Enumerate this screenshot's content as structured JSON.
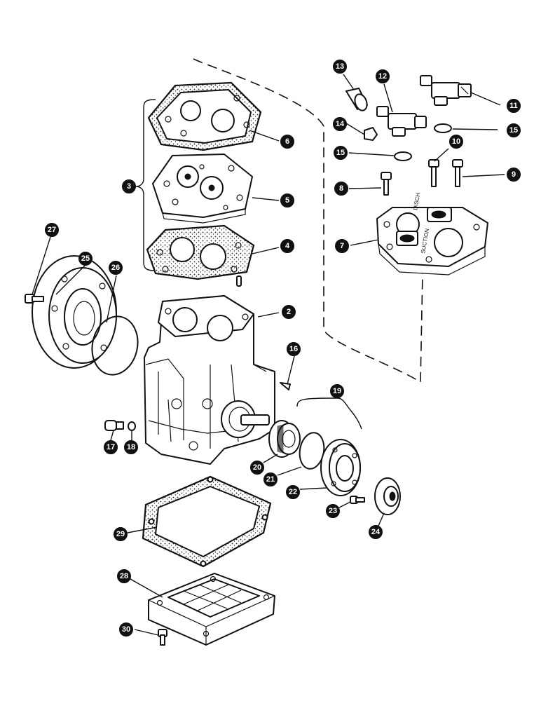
{
  "callouts": [
    {
      "id": "c2",
      "label": "2"
    },
    {
      "id": "c3",
      "label": "3"
    },
    {
      "id": "c4",
      "label": "4"
    },
    {
      "id": "c5",
      "label": "5"
    },
    {
      "id": "c6",
      "label": "6"
    },
    {
      "id": "c7",
      "label": "7"
    },
    {
      "id": "c8",
      "label": "8"
    },
    {
      "id": "c9",
      "label": "9"
    },
    {
      "id": "c10",
      "label": "10"
    },
    {
      "id": "c11",
      "label": "11"
    },
    {
      "id": "c12",
      "label": "12"
    },
    {
      "id": "c13",
      "label": "13"
    },
    {
      "id": "c14",
      "label": "14"
    },
    {
      "id": "c15a",
      "label": "15"
    },
    {
      "id": "c15b",
      "label": "15"
    },
    {
      "id": "c16",
      "label": "16"
    },
    {
      "id": "c17",
      "label": "17"
    },
    {
      "id": "c18",
      "label": "18"
    },
    {
      "id": "c19",
      "label": "19"
    },
    {
      "id": "c20",
      "label": "20"
    },
    {
      "id": "c21",
      "label": "21"
    },
    {
      "id": "c22",
      "label": "22"
    },
    {
      "id": "c23",
      "label": "23"
    },
    {
      "id": "c24",
      "label": "24"
    },
    {
      "id": "c25",
      "label": "25"
    },
    {
      "id": "c26",
      "label": "26"
    },
    {
      "id": "c27",
      "label": "27"
    },
    {
      "id": "c28",
      "label": "28"
    },
    {
      "id": "c29",
      "label": "29"
    },
    {
      "id": "c30",
      "label": "30"
    }
  ],
  "head_markings": {
    "discharge": "DISCH",
    "suction": "SUCTION"
  }
}
